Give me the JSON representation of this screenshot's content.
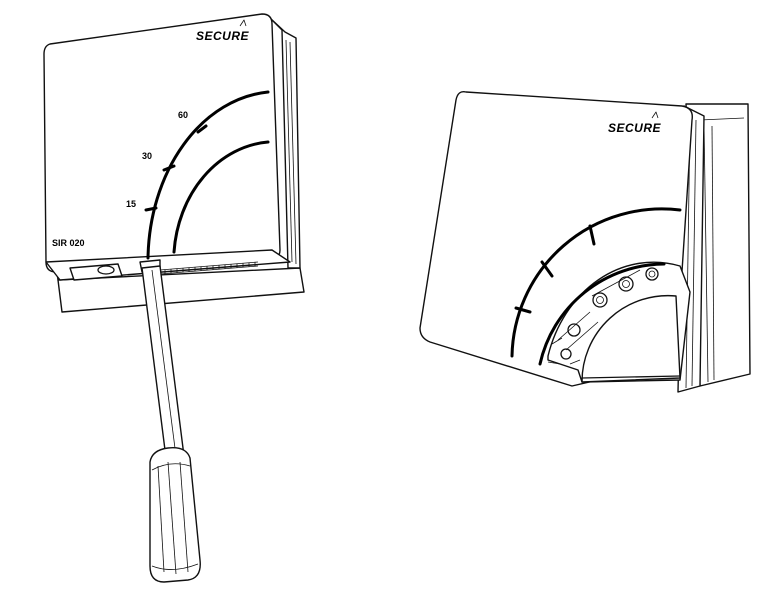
{
  "left_unit": {
    "brand": "SECURE",
    "model": "SIR 020",
    "scale_marks": [
      "60",
      "30",
      "15"
    ]
  },
  "right_unit": {
    "brand": "SECURE"
  }
}
